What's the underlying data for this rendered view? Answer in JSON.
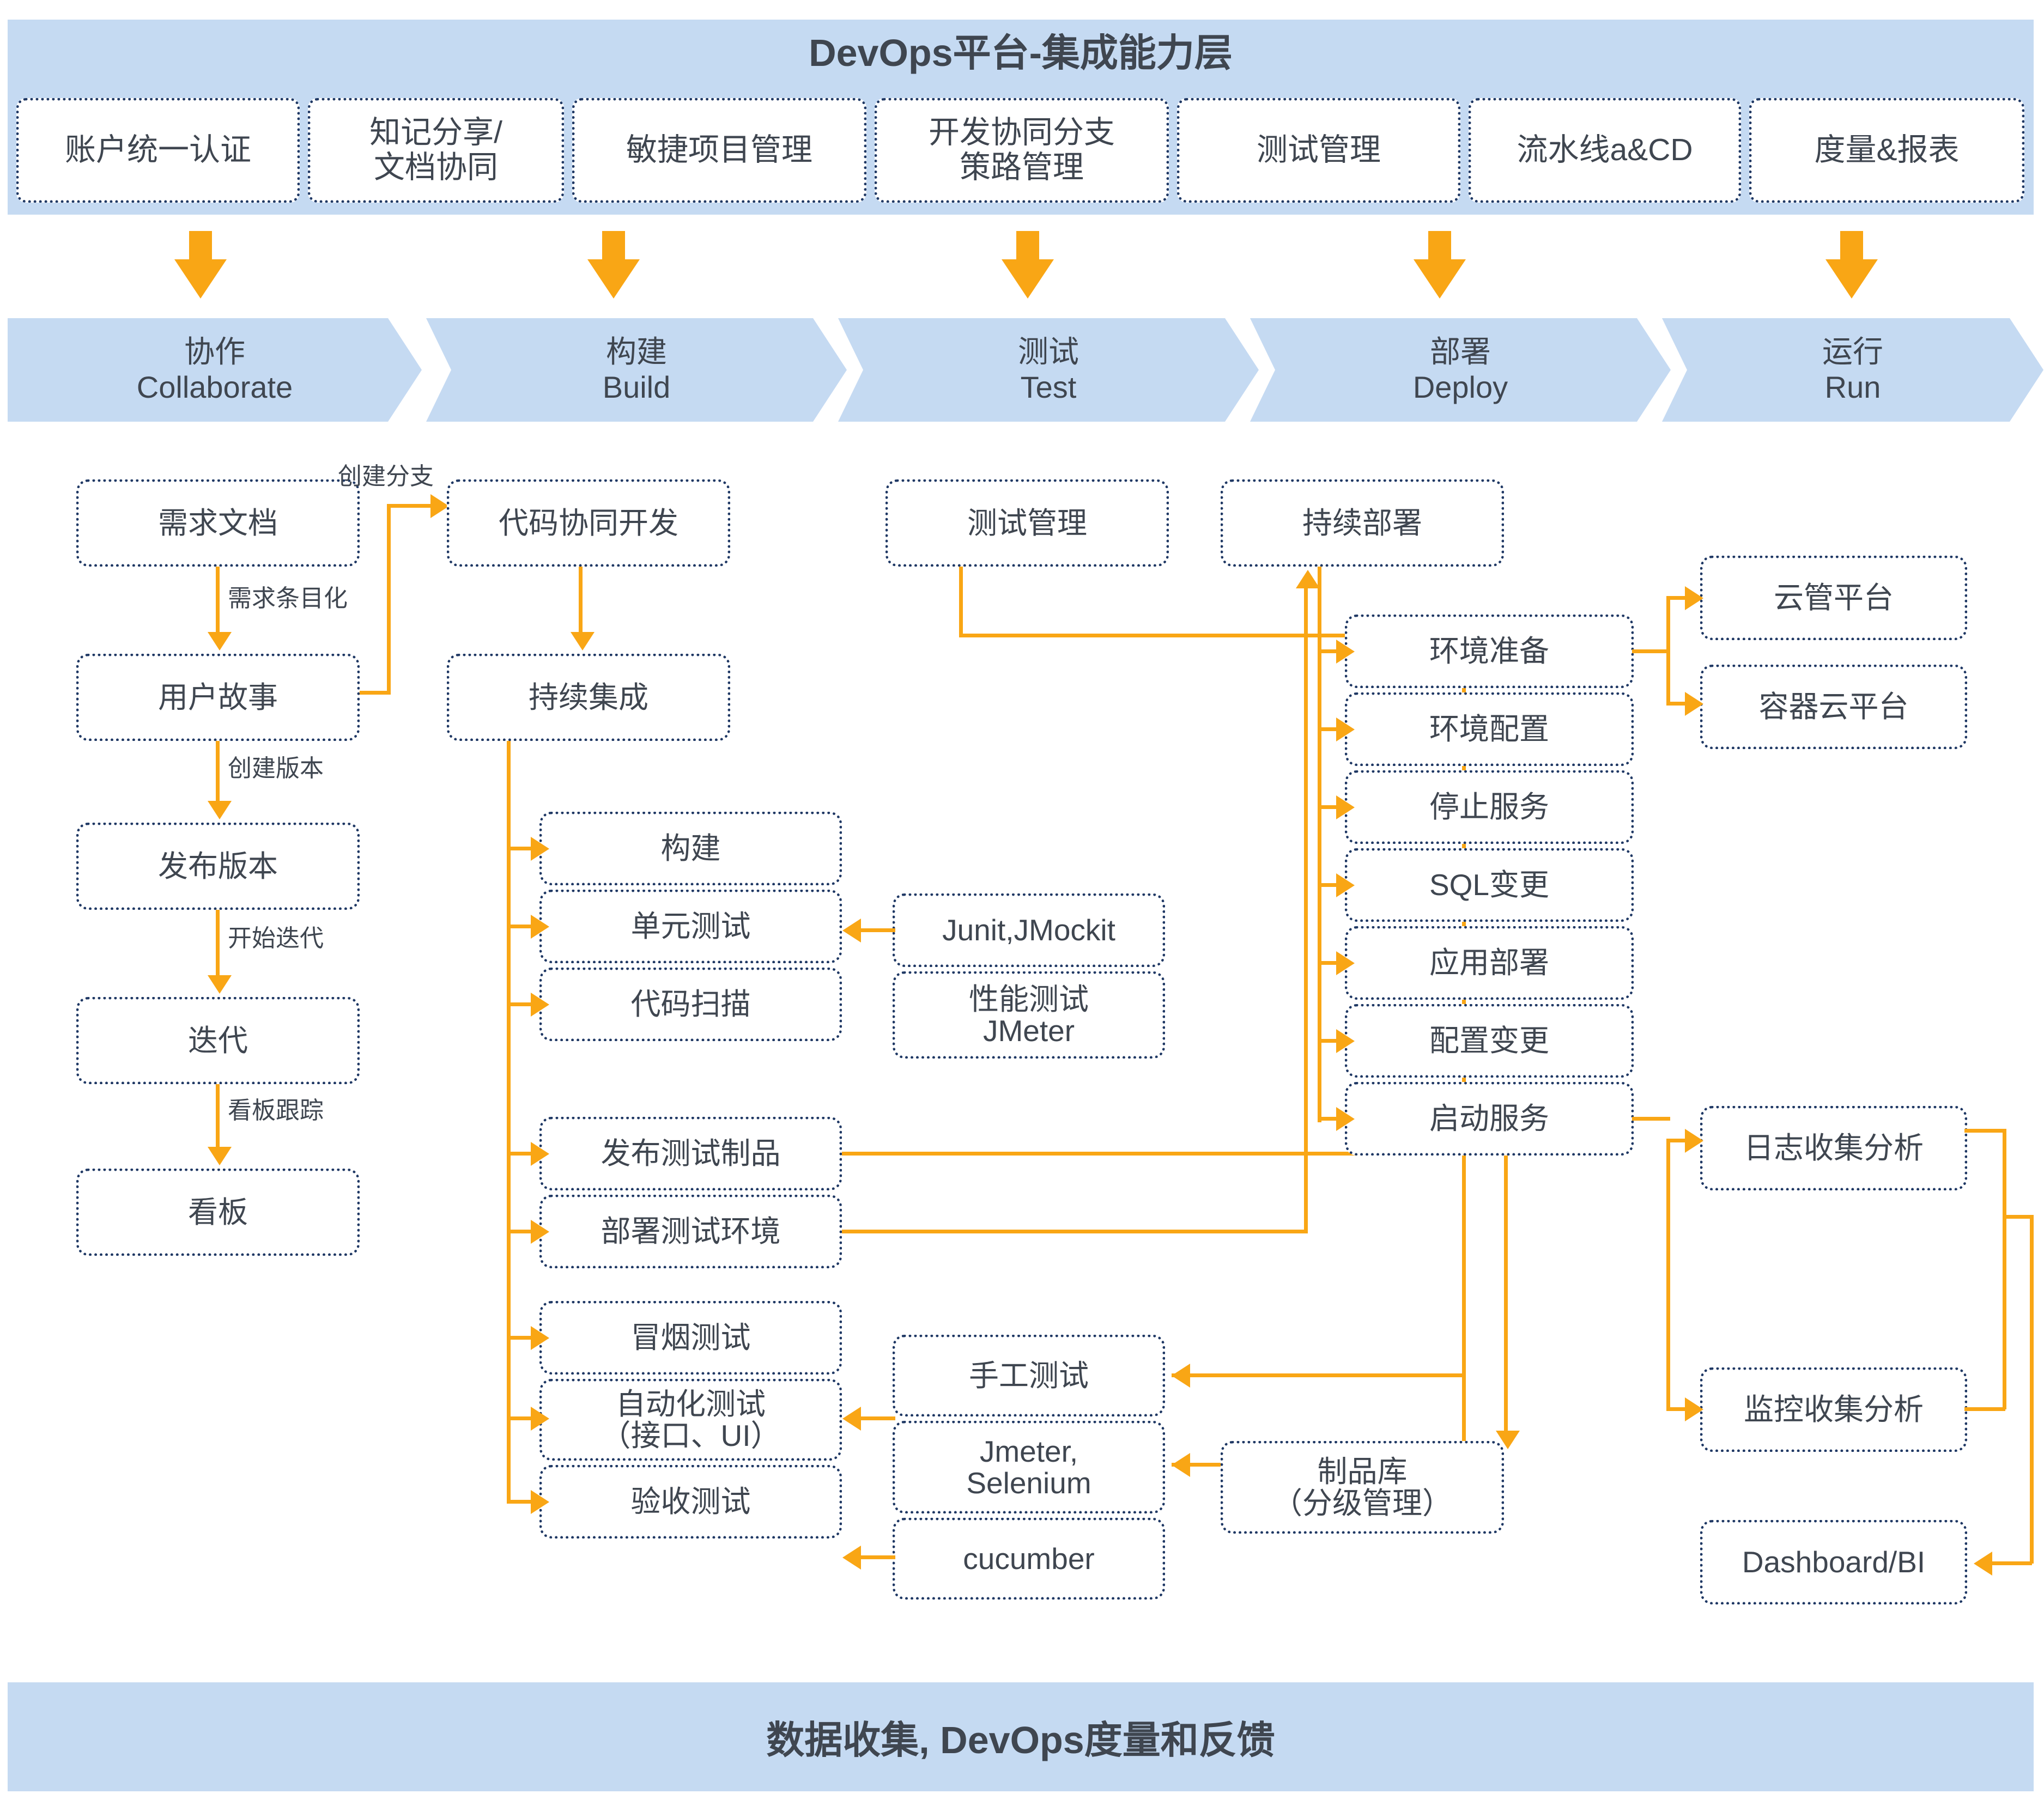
{
  "header": {
    "title": "DevOps平台-集成能力层",
    "capabilities": [
      {
        "label": "账户统一认证"
      },
      {
        "label": "知记分享/\n文档协同"
      },
      {
        "label": "敏捷项目管理"
      },
      {
        "label": "开发协同分支\n策路管理"
      },
      {
        "label": "测试管理"
      },
      {
        "label": "流水线a&CD"
      },
      {
        "label": "度量&报表"
      }
    ]
  },
  "stages": [
    {
      "cn": "协作",
      "en": "Collaborate"
    },
    {
      "cn": "构建",
      "en": "Build"
    },
    {
      "cn": "测试",
      "en": "Test"
    },
    {
      "cn": "部署",
      "en": "Deploy"
    },
    {
      "cn": "运行",
      "en": "Run"
    }
  ],
  "collaborate": {
    "nodes": [
      {
        "label": "需求文档"
      },
      {
        "label": "用户故事"
      },
      {
        "label": "发布版本"
      },
      {
        "label": "迭代"
      },
      {
        "label": "看板"
      }
    ],
    "edge_labels": [
      "需求条目化",
      "创建版本",
      "开始迭代",
      "看板跟踪",
      "创建分支"
    ]
  },
  "build": {
    "nodes": [
      {
        "label": "代码协同开发"
      },
      {
        "label": "持续集成"
      }
    ],
    "steps": [
      {
        "label": "构建"
      },
      {
        "label": "单元测试"
      },
      {
        "label": "代码扫描"
      },
      {
        "label": "发布测试制品"
      },
      {
        "label": "部署测试环境"
      },
      {
        "label": "冒烟测试"
      },
      {
        "label": "自动化测试\n（接口、UI）"
      },
      {
        "label": "验收测试"
      }
    ]
  },
  "test": {
    "nodes": [
      {
        "label": "测试管理"
      },
      {
        "label": "Junit,JMockit"
      },
      {
        "label": "性能测试\nJMeter"
      },
      {
        "label": "手工测试"
      },
      {
        "label": "Jmeter,\nSelenium"
      },
      {
        "label": "cucumber"
      }
    ]
  },
  "deploy": {
    "nodes": [
      {
        "label": "持续部署"
      }
    ],
    "steps": [
      {
        "label": "环境准备"
      },
      {
        "label": "环境配置"
      },
      {
        "label": "停止服务"
      },
      {
        "label": "SQL变更"
      },
      {
        "label": "应用部署"
      },
      {
        "label": "配置变更"
      },
      {
        "label": "启动服务"
      }
    ],
    "artifact": {
      "label": "制品库\n（分级管理）"
    }
  },
  "run": {
    "nodes": [
      {
        "label": "云管平台"
      },
      {
        "label": "容器云平台"
      },
      {
        "label": "日志收集分析"
      },
      {
        "label": "监控收集分析"
      },
      {
        "label": "Dashboard/BI"
      }
    ]
  },
  "footer": {
    "title": "数据收集, DevOps度量和反馈"
  },
  "colors": {
    "band": "#c5daf2",
    "arrow": "#f9a615",
    "border": "#1f3864",
    "text": "#3f4650",
    "background": "#ffffff"
  }
}
